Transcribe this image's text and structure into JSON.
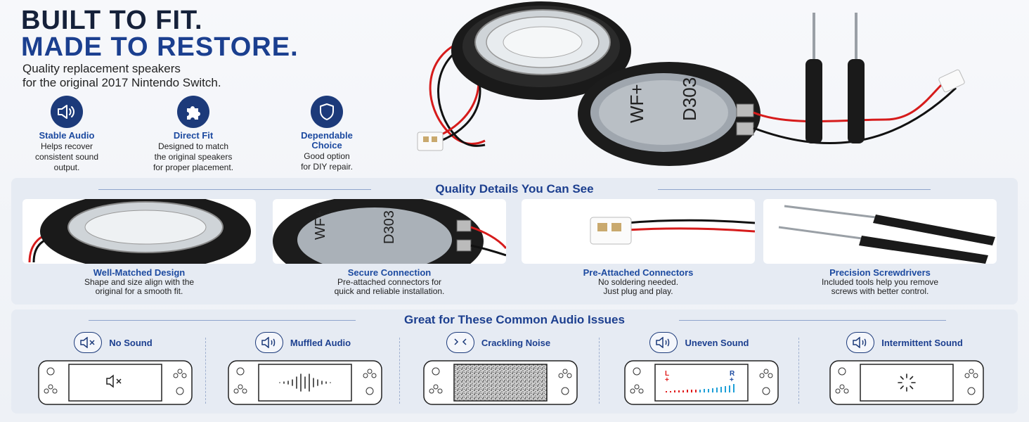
{
  "hero": {
    "title_line1": "BUILT TO FIT.",
    "title_line2": "MADE TO RESTORE.",
    "subtitle_line1": "Quality replacement speakers",
    "subtitle_line2": "for the original 2017 Nintendo Switch."
  },
  "features": [
    {
      "icon": "speaker-icon",
      "title": "Stable Audio",
      "desc": [
        "Helps recover",
        "consistent sound",
        "output."
      ]
    },
    {
      "icon": "puzzle-icon",
      "title": "Direct Fit",
      "desc": [
        "Designed to match",
        "the original speakers",
        "for proper placement."
      ]
    },
    {
      "icon": "shield-icon",
      "title": "Dependable Choice",
      "title_lines": [
        "Dependable",
        "Choice"
      ],
      "desc": [
        "Good option",
        "for DIY repair."
      ]
    }
  ],
  "product": {
    "speaker_label_1": "WF+",
    "speaker_label_2": "D303"
  },
  "quality": {
    "title": "Quality Details You Can See",
    "items": [
      {
        "title": "Well-Matched Design",
        "desc": [
          "Shape and size align with the",
          "original for a smooth fit."
        ]
      },
      {
        "title": "Secure Connection",
        "desc": [
          "Pre-attached connectors for",
          "quick and reliable installation."
        ]
      },
      {
        "title": "Pre-Attached Connectors",
        "desc": [
          "No soldering needed.",
          "Just plug and play."
        ]
      },
      {
        "title": "Precision Screwdrivers",
        "desc": [
          "Included tools help you remove",
          "screws with better control."
        ]
      }
    ]
  },
  "issues": {
    "title": "Great for These Common Audio Issues",
    "items": [
      {
        "label": "No Sound",
        "icon": "speaker-muted-icon"
      },
      {
        "label": "Muffled Audio",
        "icon": "speaker-low-icon"
      },
      {
        "label": "Crackling Noise",
        "icon": "crackle-icon"
      },
      {
        "label": "Uneven Sound",
        "icon": "speaker-wave-icon",
        "left": "L",
        "right": "R",
        "plus": "+"
      },
      {
        "label": "Intermittent Sound",
        "icon": "speaker-wave-icon"
      }
    ]
  },
  "colors": {
    "navy": "#1c3a7a",
    "accent": "#1c4aa0",
    "red": "#e11d1d"
  }
}
